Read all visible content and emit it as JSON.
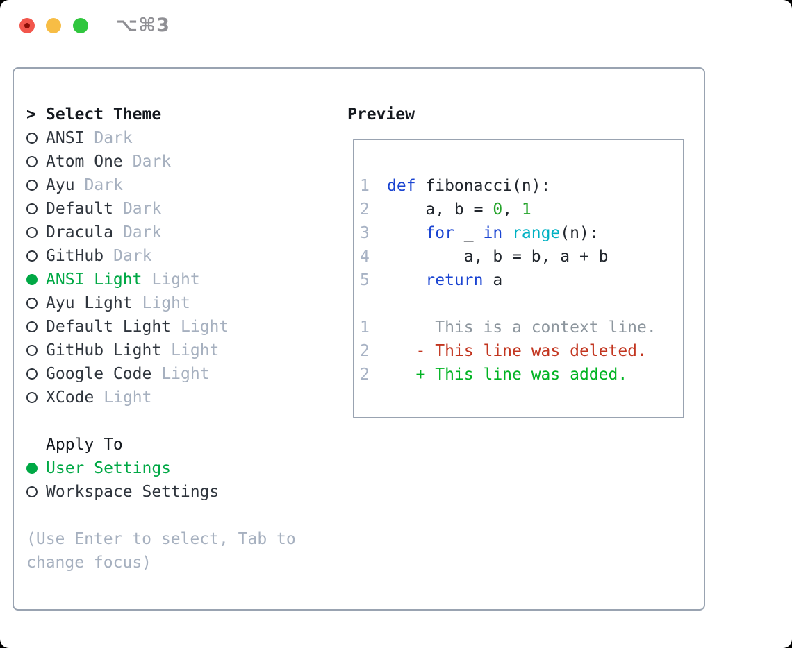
{
  "window": {
    "title": "⌥⌘3"
  },
  "left_panel": {
    "header": {
      "marker": ">",
      "label": "Select Theme"
    },
    "themes": [
      {
        "name": "ANSI",
        "variant": "Dark",
        "selected": false
      },
      {
        "name": "Atom One",
        "variant": "Dark",
        "selected": false
      },
      {
        "name": "Ayu",
        "variant": "Dark",
        "selected": false
      },
      {
        "name": "Default",
        "variant": "Dark",
        "selected": false
      },
      {
        "name": "Dracula",
        "variant": "Dark",
        "selected": false
      },
      {
        "name": "GitHub",
        "variant": "Dark",
        "selected": false
      },
      {
        "name": "ANSI Light",
        "variant": "Light",
        "selected": true
      },
      {
        "name": "Ayu Light",
        "variant": "Light",
        "selected": false
      },
      {
        "name": "Default Light",
        "variant": "Light",
        "selected": false
      },
      {
        "name": "GitHub Light",
        "variant": "Light",
        "selected": false
      },
      {
        "name": "Google Code",
        "variant": "Light",
        "selected": false
      },
      {
        "name": "XCode",
        "variant": "Light",
        "selected": false
      }
    ],
    "apply_to": {
      "label": "Apply To",
      "options": [
        {
          "name": "User Settings",
          "selected": true
        },
        {
          "name": "Workspace Settings",
          "selected": false
        }
      ]
    },
    "hint_lines": [
      "(Use Enter to select, Tab to",
      "change focus)"
    ]
  },
  "preview": {
    "label": "Preview",
    "lines": [
      {
        "n": "1",
        "kind": "code",
        "tokens": [
          {
            "t": "def",
            "c": "kw"
          },
          {
            "t": " fibonacci(n):",
            "c": "fg"
          }
        ]
      },
      {
        "n": "2",
        "kind": "code",
        "tokens": [
          {
            "t": "    a, b = ",
            "c": "fg"
          },
          {
            "t": "0",
            "c": "num"
          },
          {
            "t": ", ",
            "c": "fg"
          },
          {
            "t": "1",
            "c": "num"
          }
        ]
      },
      {
        "n": "3",
        "kind": "code",
        "tokens": [
          {
            "t": "    ",
            "c": "fg"
          },
          {
            "t": "for",
            "c": "kw"
          },
          {
            "t": " _ ",
            "c": "fg"
          },
          {
            "t": "in",
            "c": "kw"
          },
          {
            "t": " ",
            "c": "fg"
          },
          {
            "t": "range",
            "c": "bi"
          },
          {
            "t": "(n):",
            "c": "fg"
          }
        ]
      },
      {
        "n": "4",
        "kind": "code",
        "tokens": [
          {
            "t": "        a, b = b, a + b",
            "c": "fg"
          }
        ]
      },
      {
        "n": "5",
        "kind": "code",
        "tokens": [
          {
            "t": "    ",
            "c": "fg"
          },
          {
            "t": "return",
            "c": "kw"
          },
          {
            "t": " a",
            "c": "fg"
          }
        ]
      },
      {
        "n": "",
        "kind": "blank",
        "tokens": []
      },
      {
        "n": "1",
        "kind": "context",
        "tokens": [
          {
            "t": "     This is a context line.",
            "c": "ctx"
          }
        ]
      },
      {
        "n": "2",
        "kind": "deleted",
        "tokens": [
          {
            "t": "   - This line was deleted.",
            "c": "del"
          }
        ]
      },
      {
        "n": "2",
        "kind": "added",
        "tokens": [
          {
            "t": "   + This line was added.",
            "c": "add"
          }
        ]
      }
    ]
  },
  "colors": {
    "page_bg": "#000000",
    "window_bg": "#ffffff",
    "titlebar_red": "#f2564c",
    "titlebar_red_dot": "#8b0e06",
    "titlebar_yellow": "#f7bd45",
    "titlebar_green": "#30c63e",
    "title_text": "#8f8f94",
    "border": "#99a3b1",
    "heading": "#15191f",
    "text": "#2f353d",
    "muted": "#a6b0bf",
    "accent_green": "#00a845",
    "gutter": "#a7b2c4",
    "code_fg": "#21262d",
    "code_keyword": "#1a44d2",
    "code_builtin": "#00b1c3",
    "code_number": "#24a32a",
    "diff_context": "#8d969e",
    "diff_deleted": "#c2351f",
    "diff_added": "#00b322"
  }
}
